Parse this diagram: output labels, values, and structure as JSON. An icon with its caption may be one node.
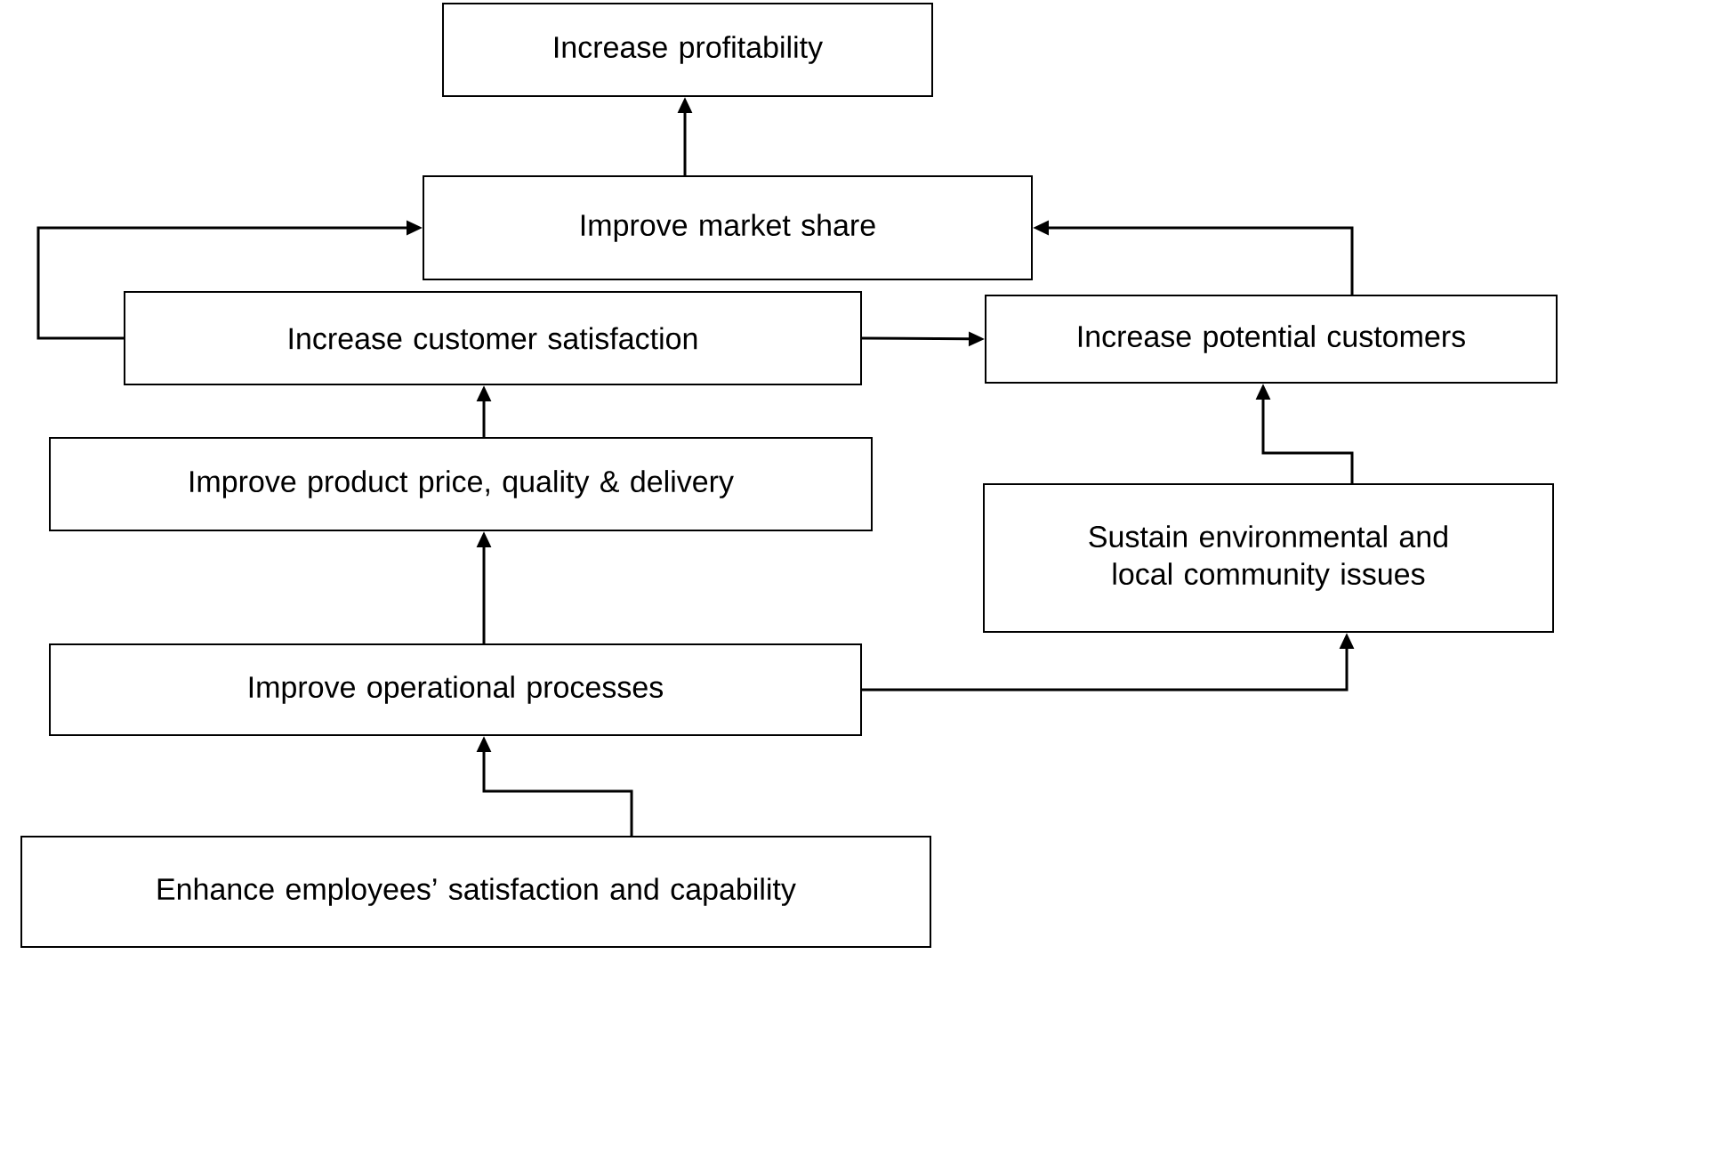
{
  "diagram": {
    "nodes": [
      {
        "text": [
          "Increase profitability"
        ]
      },
      {
        "text": [
          "Improve market share"
        ]
      },
      {
        "text": [
          "Increase customer satisfaction"
        ]
      },
      {
        "text": [
          "Increase potential customers"
        ]
      },
      {
        "text": [
          "Improve product price, quality & delivery"
        ]
      },
      {
        "text": [
          "Sustain environmental and local community issues"
        ]
      },
      {
        "text": [
          "Improve operational processes"
        ]
      },
      {
        "text": [
          "Enhance employees’ satisfaction and capability"
        ]
      }
    ],
    "edges": [
      {
        "from": 1,
        "to": 0,
        "arrow": "to"
      },
      {
        "from": 2,
        "to": 1,
        "arrow": "to"
      },
      {
        "from": 2,
        "to": 3,
        "arrow": "to"
      },
      {
        "from": 3,
        "to": 1,
        "arrow": "to"
      },
      {
        "from": 4,
        "to": 2,
        "arrow": "to"
      },
      {
        "from": 5,
        "to": 3,
        "arrow": "to"
      },
      {
        "from": 6,
        "to": 4,
        "arrow": "to"
      },
      {
        "from": 6,
        "to": 5,
        "arrow": "to"
      },
      {
        "from": 7,
        "to": 6,
        "arrow": "to"
      }
    ]
  }
}
